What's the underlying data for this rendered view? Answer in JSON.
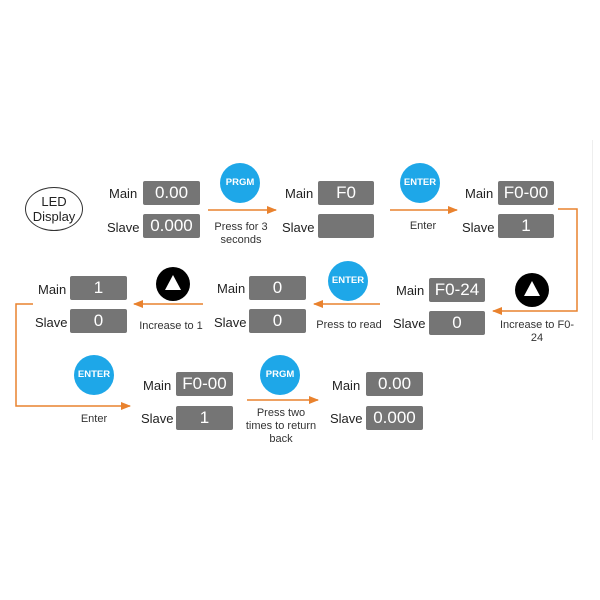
{
  "start_label": "LED Display",
  "labels": {
    "main": "Main",
    "slave": "Slave"
  },
  "colors": {
    "display_bg": "#757575",
    "button_blue": "#1ea7e8",
    "arrow_orange": "#e9822e",
    "up_button": "#000000"
  },
  "steps": [
    {
      "main": "0.00",
      "slave": "0.000"
    },
    {
      "main": "F0",
      "slave": ""
    },
    {
      "main": "F0-00",
      "slave": "1"
    },
    {
      "main": "F0-24",
      "slave": "0"
    },
    {
      "main": "0",
      "slave": "0"
    },
    {
      "main": "1",
      "slave": "0"
    },
    {
      "main": "F0-00",
      "slave": "1"
    },
    {
      "main": "0.00",
      "slave": "0.000"
    }
  ],
  "actions": [
    {
      "button": "PRGM",
      "icon": "prgm-button",
      "caption": "Press for 3 seconds"
    },
    {
      "button": "ENTER",
      "icon": "enter-button",
      "caption": "Enter"
    },
    {
      "button": "",
      "icon": "up-arrow-icon",
      "caption": "Increase to F0-24"
    },
    {
      "button": "ENTER",
      "icon": "enter-button",
      "caption": "Press to read"
    },
    {
      "button": "",
      "icon": "up-arrow-icon",
      "caption": "Increase to 1"
    },
    {
      "button": "ENTER",
      "icon": "enter-button",
      "caption": "Enter"
    },
    {
      "button": "PRGM",
      "icon": "prgm-button",
      "caption": "Press two times to return back"
    }
  ]
}
